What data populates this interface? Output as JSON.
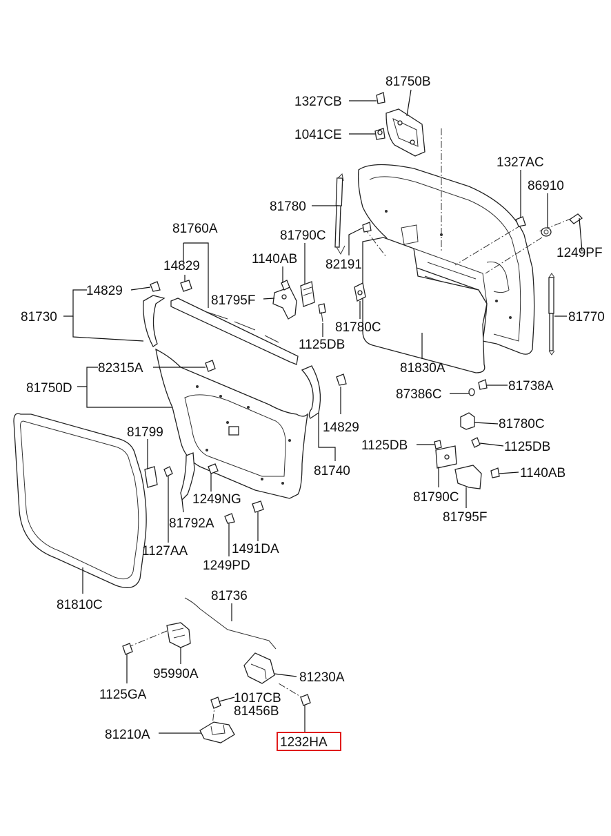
{
  "diagram": {
    "highlight_color": "#e01b1b",
    "labels": {
      "p81750B": "81750B",
      "p1327CB": "1327CB",
      "p1041CE": "1041CE",
      "p1327AC": "1327AC",
      "p86910": "86910",
      "p1249PF": "1249PF",
      "p81780": "81780",
      "p81790C_top": "81790C",
      "p82191": "82191",
      "p81760A": "81760A",
      "p14829_a": "14829",
      "p1140AB_top": "1140AB",
      "p14829_b": "14829",
      "p81730": "81730",
      "p81795F_top": "81795F",
      "p1125DB_top": "1125DB",
      "p81780C_top": "81780C",
      "p81770": "81770",
      "p81830A": "81830A",
      "p82315A": "82315A",
      "p81750D": "81750D",
      "p87386C": "87386C",
      "p81738A": "81738A",
      "p14829_c": "14829",
      "p81780C_mid": "81780C",
      "p81799": "81799",
      "p1125DB_left": "1125DB",
      "p1125DB_right": "1125DB",
      "p81740": "81740",
      "p1140AB_mid": "1140AB",
      "p1249NG": "1249NG",
      "p81790C_mid": "81790C",
      "p81792A": "81792A",
      "p81795F_mid": "81795F",
      "p1127AA": "1127AA",
      "p1491DA": "1491DA",
      "p1249PD": "1249PD",
      "p81810C": "81810C",
      "p81736": "81736",
      "p95990A": "95990A",
      "p81230A": "81230A",
      "p1125GA": "1125GA",
      "p1017CB": "1017CB",
      "p81456B": "81456B",
      "p81210A": "81210A",
      "p1232HA": "1232HA"
    }
  }
}
